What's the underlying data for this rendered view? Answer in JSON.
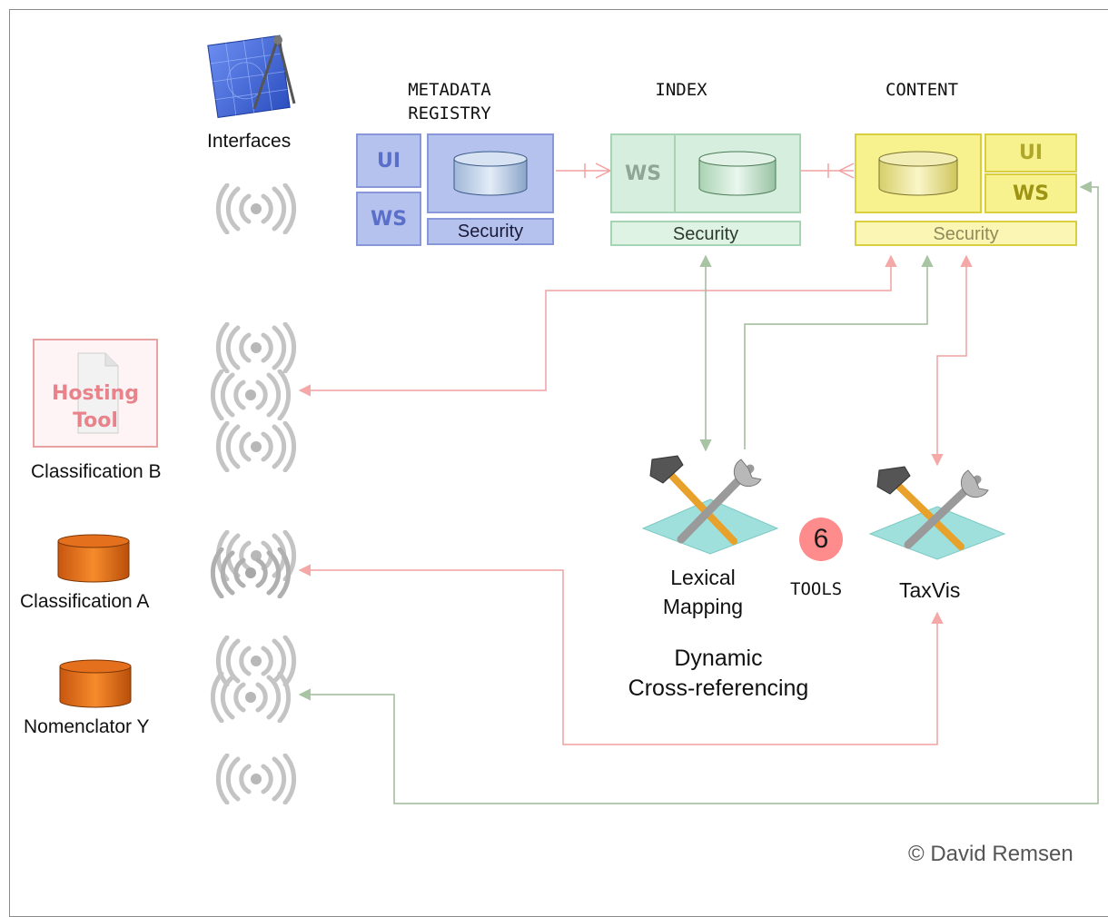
{
  "headers": {
    "metadata_registry": "METADATA\nREGISTRY",
    "index": "INDEX",
    "content": "CONTENT"
  },
  "labels": {
    "interfaces": "Interfaces",
    "classification_b": "Classification B",
    "classification_a": "Classification A",
    "nomenclator_y": "Nomenclator Y",
    "lexical_mapping": "Lexical\nMapping",
    "taxvis": "TaxVis",
    "tools": "TOOLS",
    "dynamic_xref": "Dynamic\nCross-referencing",
    "copyright": "© David Remsen"
  },
  "badge": "6",
  "hosting_tool": "Hosting\nTool",
  "registry": {
    "ui": "UI",
    "ws": "WS",
    "security": "Security"
  },
  "index_box": {
    "ws": "WS",
    "security": "Security"
  },
  "content_box": {
    "ui": "UI",
    "ws": "WS",
    "security": "Security"
  },
  "colors": {
    "registry": "#a9b7e8",
    "index": "#cfead9",
    "content": "#f6f08a",
    "red_wire": "#f2a0a0",
    "green_wire": "#9fba99",
    "orange_db": "#e8731c"
  },
  "icons": [
    "blueprint-compass-icon",
    "signal-icon",
    "document-icon",
    "database-icon",
    "hammer-wrench-icon"
  ]
}
